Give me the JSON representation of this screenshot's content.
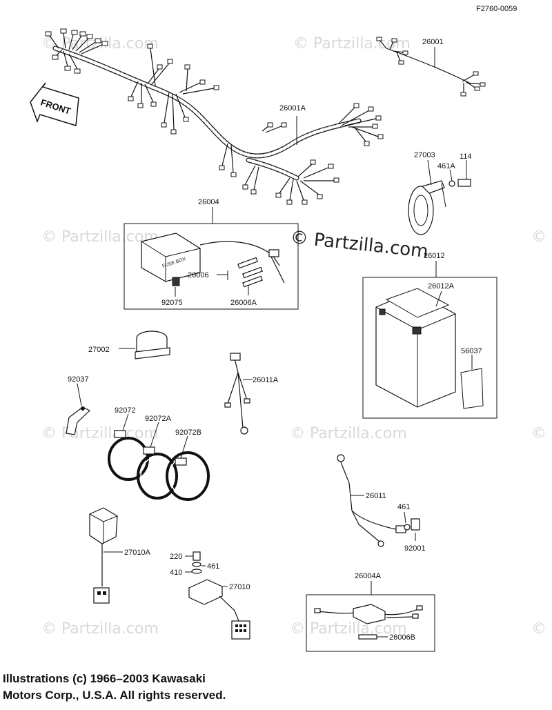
{
  "figure_code": "F2760-0059",
  "front_label": "FRONT",
  "watermark_text": "© Partzilla.com",
  "copyright_lines": [
    "Illustrations (c) 1966–2003 Kawasaki",
    "Motors Corp., U.S.A.  All rights reserved."
  ],
  "parts": {
    "p26001": "26001",
    "p26001A": "26001A",
    "p26004": "26004",
    "p26006": "26006",
    "p26006A": "26006A",
    "p92075": "92075",
    "p27003": "27003",
    "p461A": "461A",
    "p114": "114",
    "p26012": "26012",
    "p26012A": "26012A",
    "p56037": "56037",
    "p27002": "27002",
    "p26011A": "26011A",
    "p92037": "92037",
    "p92072": "92072",
    "p92072A": "92072A",
    "p92072B": "92072B",
    "p26011": "26011",
    "p461": "461",
    "p92001": "92001",
    "p27010A": "27010A",
    "p220": "220",
    "p461b": "461",
    "p410": "410",
    "p27010": "27010",
    "p26004A": "26004A",
    "p26006B": "26006B"
  }
}
